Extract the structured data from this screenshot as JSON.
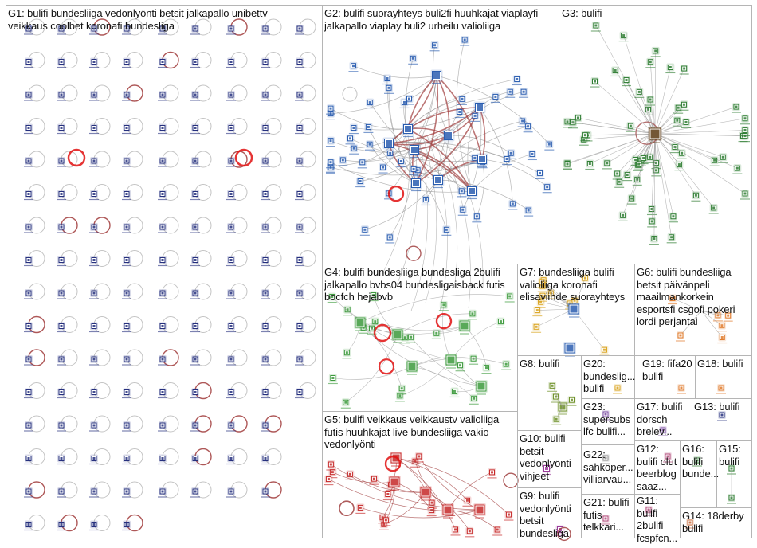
{
  "groups": [
    {
      "id": "G1",
      "label": "G1: bulifi bundesliiga vedonlyönti betsit jalkapallo unibettv\nveikkaus coolbet koronafi bundesliga"
    },
    {
      "id": "G2",
      "label": "G2: bulifi suorayhteys buli2fi huuhkajat viaplayfi\njalkapallo viaplay buli2 urheilu valioliiga"
    },
    {
      "id": "G3",
      "label": "G3: bulifi"
    },
    {
      "id": "G4",
      "label": "G4: bulifi bundesliiga bundesliga 2bulifi\njalkapallo bvbs04 bundesligaisback futis\nbocfch hejabvb"
    },
    {
      "id": "G5",
      "label": "G5: bulifi veikkaus veikkaustv valioliiga\nfutis huuhkajat live bundesliiga vakio\nvedonlyönti"
    },
    {
      "id": "G6",
      "label": "G6: bulifi bundesliiga\nbetsit päivänpeli\nmaailmankorkein\nesportsfi csgofi pokeri\nlordi perjantai"
    },
    {
      "id": "G7",
      "label": "G7: bundesliiga bulifi\nvalioliiga koronafi\nelisaviihde suorayhteys"
    },
    {
      "id": "G8",
      "label": "G8: bulifi"
    },
    {
      "id": "G9",
      "label": "G9: bulifi\nvedonlyönti\nbetsit\nbundesliga"
    },
    {
      "id": "G10",
      "label": "G10: bulifi\nbetsit\nvedonlyönti\nvihjeet"
    },
    {
      "id": "G11",
      "label": "G11:\nbulifi\n2bulifi\nfcspfcn..."
    },
    {
      "id": "G12",
      "label": "G12:\nbulifi olut\nbeerblog\nsaaz..."
    },
    {
      "id": "G13",
      "label": "G13: bulifi"
    },
    {
      "id": "G14",
      "label": "G14: 18derby\nbulifi"
    },
    {
      "id": "G15",
      "label": "G15:\nbulifi"
    },
    {
      "id": "G16",
      "label": "G16:\nbulifi\nbunde..."
    },
    {
      "id": "G17",
      "label": "G17: bulifi\ndorsch\nbrelev..."
    },
    {
      "id": "G18",
      "label": "G18: bulifi"
    },
    {
      "id": "G19",
      "label": "G19: fifa20\nbulifi"
    },
    {
      "id": "G20",
      "label": "G20:\nbundeslig...\nbulifi"
    },
    {
      "id": "G21",
      "label": "G21: bulifi\nfutis\ntelkkari..."
    },
    {
      "id": "G22",
      "label": "G22:\nsähköper...\nvilliarvau..."
    },
    {
      "id": "G23",
      "label": "G23:\nsupersubs\nlfc bulifi..."
    }
  ],
  "colors": {
    "border": "#b5b5b5",
    "g1": "#26307e",
    "g2": "#2a5db0",
    "g3": "#2e7d32",
    "g4": "#3c9a3c",
    "g5": "#c62828",
    "g6": "#e07a2a",
    "g7": "#d9a21b",
    "g8": "#6b8e23",
    "edge_gray": "#9a9a9a",
    "edge_red": "#a03a3a"
  }
}
